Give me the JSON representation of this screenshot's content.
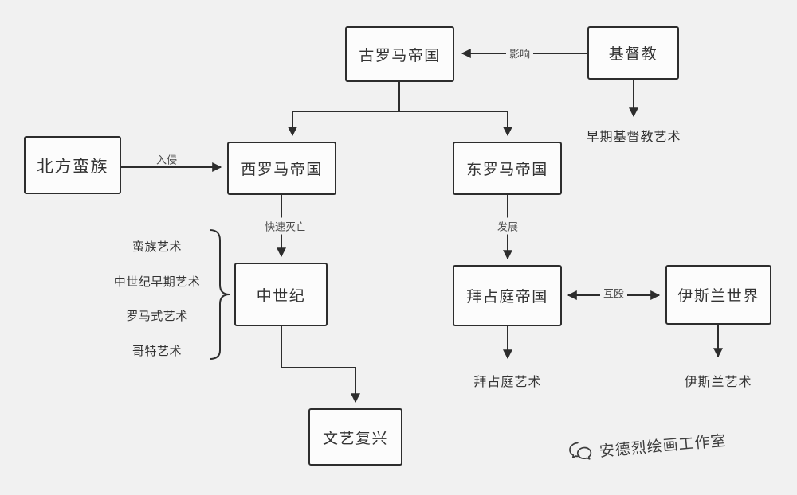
{
  "nodes": {
    "ancient_rome": "古罗马帝国",
    "christianity": "基督教",
    "northern_barbarians": "北方蛮族",
    "western_rome": "西罗马帝国",
    "eastern_rome": "东罗马帝国",
    "middle_ages": "中世纪",
    "byzantine_empire": "拜占庭帝国",
    "islamic_world": "伊斯兰世界",
    "renaissance": "文艺复兴"
  },
  "edge_labels": {
    "influence": "影响",
    "invasion": "入侵",
    "rapid_fall": "快速灭亡",
    "development": "发展",
    "mutual_fighting": "互殴"
  },
  "leaf_texts": {
    "early_christian_art": "早期基督教艺术",
    "byzantine_art": "拜占庭艺术",
    "islamic_art": "伊斯兰艺术"
  },
  "middle_ages_arts": [
    "蛮族艺术",
    "中世纪早期艺术",
    "罗马式艺术",
    "哥特艺术"
  ],
  "watermark": "安德烈绘画工作室",
  "colors": {
    "background": "#f1f1f1",
    "line": "#2d2d2d",
    "box_border": "#2d2d2d",
    "box_fill": "#fcfcfc",
    "text": "#333333"
  }
}
